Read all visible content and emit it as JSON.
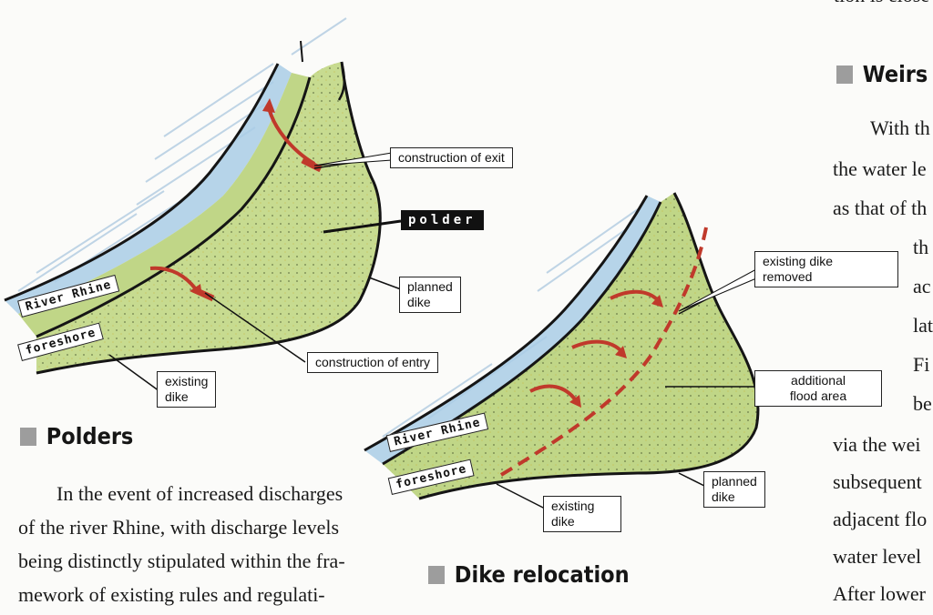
{
  "top_fragment": "tion is close",
  "left_diagram": {
    "callouts": {
      "construction_exit": "construction of exit",
      "polder": "polder",
      "planned_dike": [
        "planned",
        "dike"
      ],
      "construction_entry": "construction of entry",
      "existing_dike": [
        "existing",
        "dike"
      ]
    },
    "river_label": "River Rhine",
    "foreshore_label": "foreshore"
  },
  "right_diagram": {
    "callouts": {
      "existing_dike_removed": [
        "existing dike",
        "removed"
      ],
      "additional_flood_area": [
        "additional",
        "flood area"
      ],
      "planned_dike": [
        "planned",
        "dike"
      ],
      "existing_dike": [
        "existing",
        "dike"
      ]
    },
    "river_label": "River Rhine",
    "foreshore_label": "foreshore"
  },
  "polders": {
    "heading": "Polders",
    "lines": [
      "In the event of increased discharges",
      "of the river Rhine, with discharge levels",
      "being distinctly stipulated within the fra-",
      "mework of existing rules and regulati-"
    ]
  },
  "dike_relocation": {
    "heading": "Dike relocation"
  },
  "weirs": {
    "heading": "Weirs",
    "lines": [
      "With th",
      "the water le",
      "as that of th",
      "th",
      "ac",
      "lat",
      "Fi",
      "be",
      "via the wei",
      "subsequent",
      "adjacent flo",
      "water level",
      "After lower"
    ]
  }
}
